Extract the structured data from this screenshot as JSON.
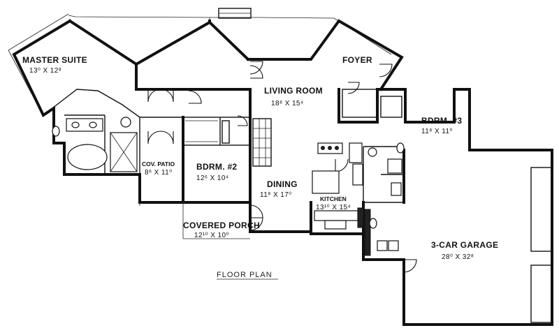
{
  "rooms": {
    "master_suite": {
      "name": "MASTER SUITE",
      "dim": "13⁰ X 12⁸"
    },
    "living_room": {
      "name": "LIVING ROOM",
      "dim": "18⁸ X 15⁴"
    },
    "foyer": {
      "name": "FOYER"
    },
    "bdrm3": {
      "name": "BDRM. #3",
      "dim": "11⁸ X 11⁰"
    },
    "cov_patio": {
      "name": "COV. PATIO",
      "dim": "8⁶ X 11⁰"
    },
    "bdrm2": {
      "name": "BDRM. #2",
      "dim": "12⁶ X 10⁴"
    },
    "dining": {
      "name": "DINING",
      "dim": "11⁸ X 17⁰"
    },
    "kitchen": {
      "name": "KITCHEN",
      "dim": "13¹⁰ X 15⁴"
    },
    "covered_porch": {
      "name": "COVERED PORCH",
      "dim": "12¹⁰ X 10⁰"
    },
    "garage": {
      "name": "3-CAR GARAGE",
      "dim": "28⁰ X 32⁸"
    }
  },
  "caption": "FLOOR PLAN",
  "colors": {
    "line": "#111111",
    "background": "#ffffff"
  }
}
